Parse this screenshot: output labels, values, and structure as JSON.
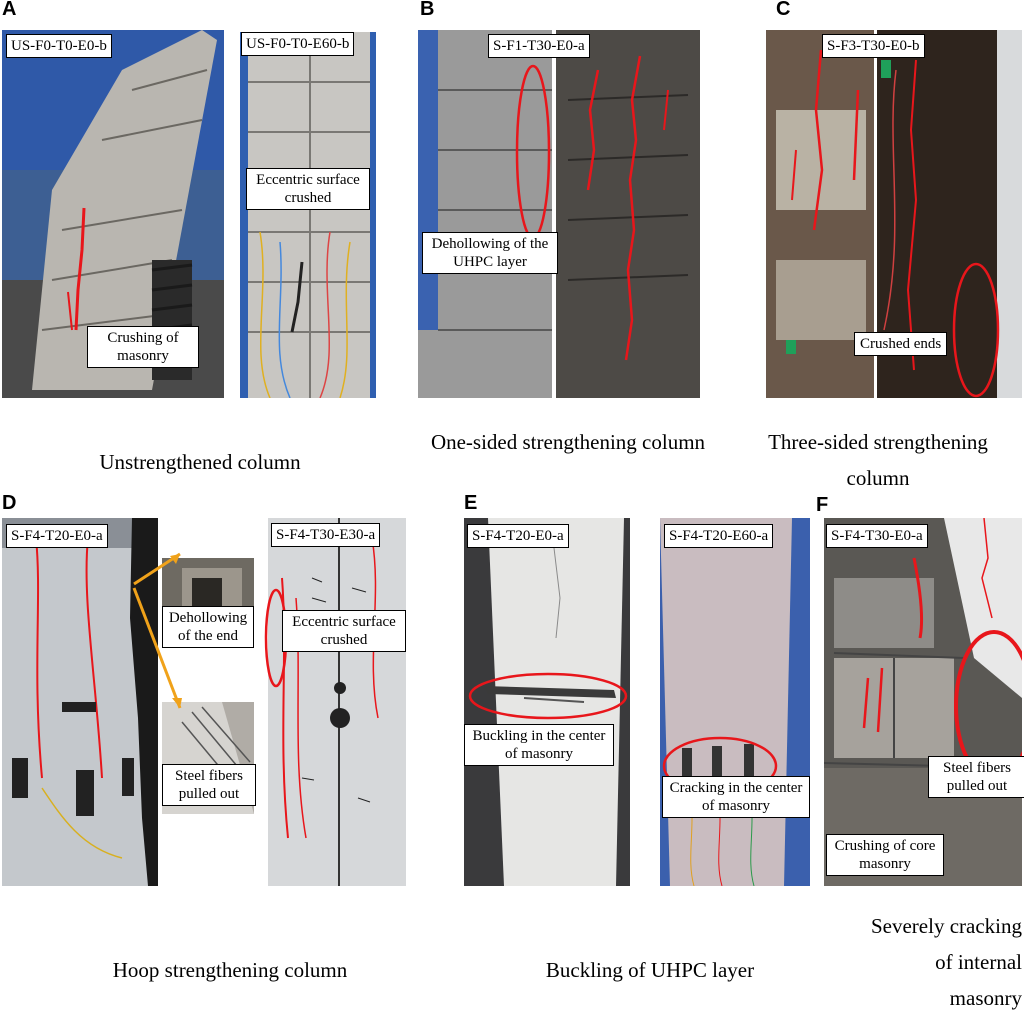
{
  "panels": {
    "A": {
      "letter": "A",
      "left_tag": "US-F0-T0-E0-b",
      "right_tag": "US-F0-T0-E60-b",
      "note_left": "Crushing of masonry",
      "note_right": "Eccentric surface crushed",
      "caption": "Unstrengthened column"
    },
    "B": {
      "letter": "B",
      "tag": "S-F1-T30-E0-a",
      "note": "Dehollowing of the UHPC layer",
      "caption": "One-sided strengthening column"
    },
    "C": {
      "letter": "C",
      "tag": "S-F3-T30-E0-b",
      "note": "Crushed ends",
      "caption": "Three-sided strengthening column"
    },
    "D": {
      "letter": "D",
      "left_tag": "S-F4-T20-E0-a",
      "right_tag": "S-F4-T30-E30-a",
      "note_dehollow": "Dehollowing of the end",
      "note_fibers": "Steel fibers pulled out",
      "note_right": "Eccentric surface crushed",
      "caption": "Hoop strengthening column"
    },
    "E": {
      "letter": "E",
      "left_tag": "S-F4-T20-E0-a",
      "right_tag": "S-F4-T20-E60-a",
      "note_left": "Buckling in the center of masonry",
      "note_right": "Cracking in the center of masonry",
      "caption": "Buckling of UHPC layer"
    },
    "F": {
      "letter": "F",
      "tag": "S-F4-T30-E0-a",
      "note_fibers": "Steel fibers pulled out",
      "note_core": "Crushing of core masonry",
      "caption": "Severely cracking of internal masonry"
    }
  },
  "colors": {
    "crack_line": "#e8161b",
    "highlight_ellipse": "#e8161b",
    "arrow": "#f0a21a"
  }
}
